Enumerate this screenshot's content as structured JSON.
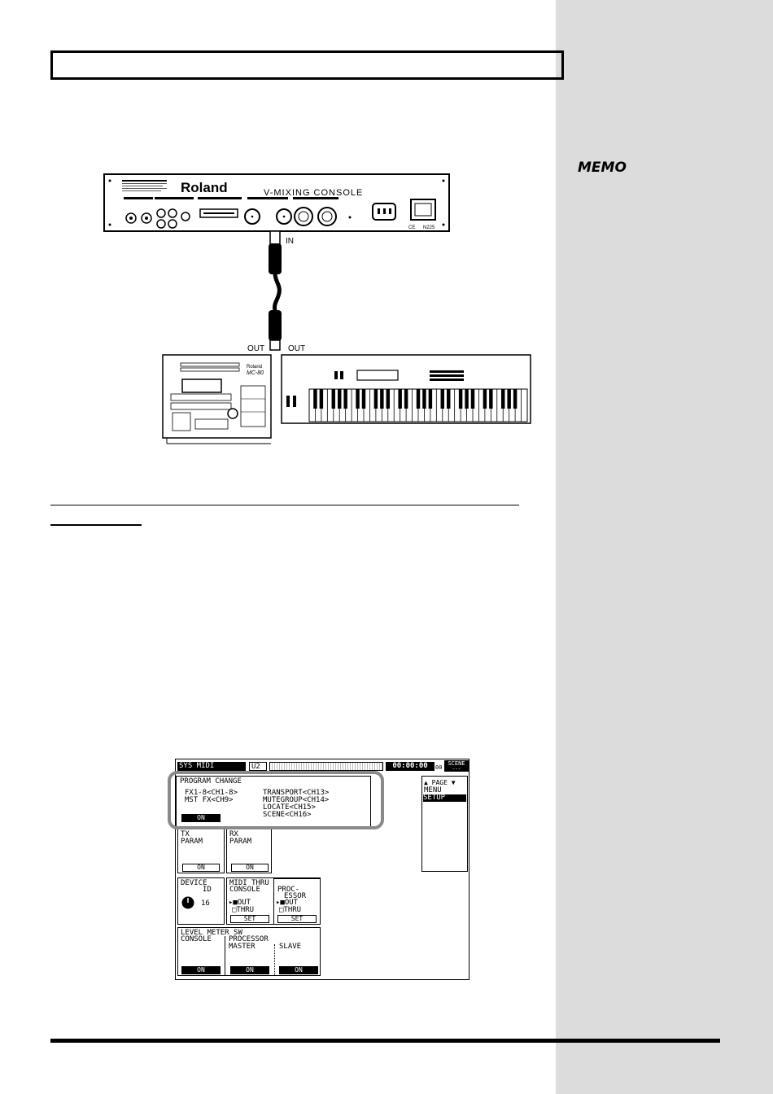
{
  "memo_label": "MEMO",
  "diagram": {
    "console": {
      "brand": "Roland",
      "model": "V-MIXING CONSOLE",
      "certification": "CE",
      "code": "N225"
    },
    "sequencer": {
      "brand": "Roland",
      "model": "MC-80"
    },
    "labels": {
      "in": "IN",
      "out_left": "OUT",
      "out_right": "OUT"
    }
  },
  "screen": {
    "title": "SYS MIDI",
    "user": "U2",
    "time": "00:00:00",
    "time_frames": "00",
    "scene_label": "SCENE",
    "scene_value": "---",
    "program_change": {
      "title": "PROGRAM CHANGE",
      "col1": [
        "FX1-8<CH1-8>",
        "MST FX<CH9>"
      ],
      "col2": [
        "TRANSPORT<CH13>",
        "MUTEGROUP<CH14>",
        "LOCATE<CH15>",
        "SCENE<CH16>"
      ],
      "on": "ON"
    },
    "page_menu": {
      "title": "▲ PAGE ▼",
      "items": [
        "MENU",
        "SETUP"
      ]
    },
    "tx_param": {
      "label1": "TX",
      "label2": "PARAM",
      "on": "ON"
    },
    "rx_param": {
      "label1": "RX",
      "label2": "PARAM",
      "on": "ON"
    },
    "device_id": {
      "label1": "DEVICE",
      "label2": "ID",
      "value": "16"
    },
    "midi_thru": {
      "title": "MIDI THRU",
      "console": "CONSOLE",
      "processor1": "PROC-",
      "processor2": "ESSOR",
      "out": "OUT",
      "thru": "THRU",
      "set": "SET"
    },
    "level_meter": {
      "title": "LEVEL METER SW",
      "console": "CONSOLE",
      "processor": "PROCESSOR",
      "master": "MASTER",
      "slave": "SLAVE",
      "on": "ON"
    }
  }
}
